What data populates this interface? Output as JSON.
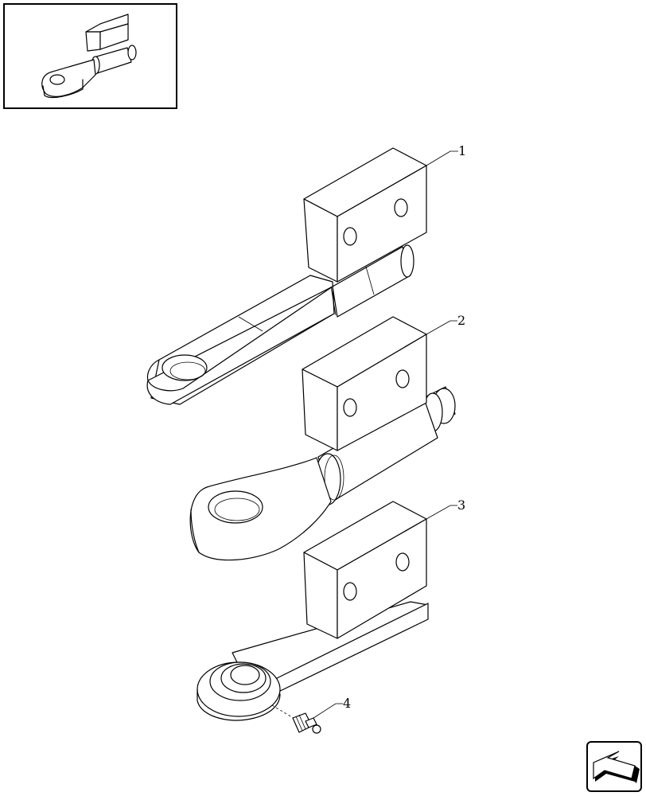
{
  "callouts": [
    {
      "number": "1",
      "part": "drawbar-with-tongue-eye"
    },
    {
      "number": "2",
      "part": "drawbar-with-ring-eye"
    },
    {
      "number": "3",
      "part": "drawbar-with-ball-joint-eye"
    },
    {
      "number": "4",
      "part": "grease-nipple"
    }
  ],
  "icons": {
    "thumbnail": "drawbar-thumbnail-icon",
    "nav": "next-page-arrow-icon"
  },
  "colors": {
    "line": "#000000",
    "background": "#ffffff"
  }
}
